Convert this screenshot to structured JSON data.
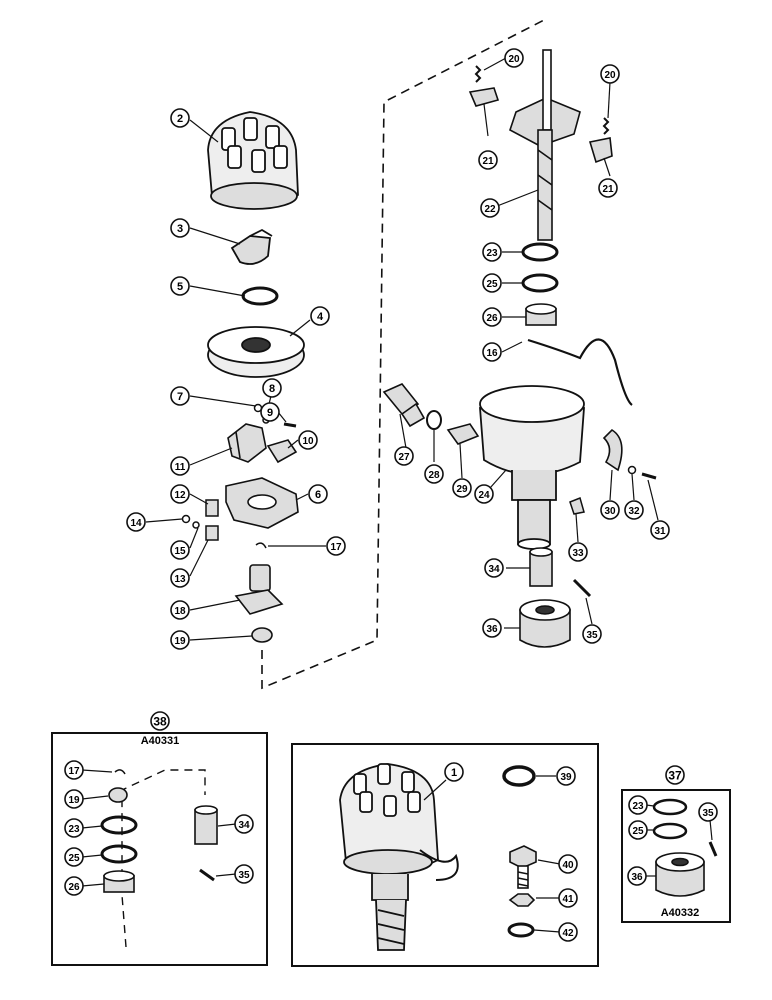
{
  "diagram": {
    "callouts": [
      {
        "id": "c2",
        "label": "2"
      },
      {
        "id": "c3",
        "label": "3"
      },
      {
        "id": "c5",
        "label": "5"
      },
      {
        "id": "c4",
        "label": "4"
      },
      {
        "id": "c7",
        "label": "7"
      },
      {
        "id": "c8",
        "label": "8"
      },
      {
        "id": "c9",
        "label": "9"
      },
      {
        "id": "c10",
        "label": "10"
      },
      {
        "id": "c11",
        "label": "11"
      },
      {
        "id": "c12",
        "label": "12"
      },
      {
        "id": "c6",
        "label": "6"
      },
      {
        "id": "c14",
        "label": "14"
      },
      {
        "id": "c15",
        "label": "15"
      },
      {
        "id": "c13",
        "label": "13"
      },
      {
        "id": "c17",
        "label": "17"
      },
      {
        "id": "c18",
        "label": "18"
      },
      {
        "id": "c19",
        "label": "19"
      },
      {
        "id": "c20a",
        "label": "20"
      },
      {
        "id": "c20b",
        "label": "20"
      },
      {
        "id": "c21a",
        "label": "21"
      },
      {
        "id": "c21b",
        "label": "21"
      },
      {
        "id": "c22",
        "label": "22"
      },
      {
        "id": "c23",
        "label": "23"
      },
      {
        "id": "c25",
        "label": "25"
      },
      {
        "id": "c26",
        "label": "26"
      },
      {
        "id": "c16",
        "label": "16"
      },
      {
        "id": "c27",
        "label": "27"
      },
      {
        "id": "c28",
        "label": "28"
      },
      {
        "id": "c29",
        "label": "29"
      },
      {
        "id": "c24",
        "label": "24"
      },
      {
        "id": "c30",
        "label": "30"
      },
      {
        "id": "c32",
        "label": "32"
      },
      {
        "id": "c31",
        "label": "31"
      },
      {
        "id": "c33",
        "label": "33"
      },
      {
        "id": "c34",
        "label": "34"
      },
      {
        "id": "c35",
        "label": "35"
      },
      {
        "id": "c36",
        "label": "36"
      }
    ],
    "kit_a": {
      "number": "38",
      "code": "A40331",
      "callouts": [
        {
          "id": "k17",
          "label": "17"
        },
        {
          "id": "k19",
          "label": "19"
        },
        {
          "id": "k23",
          "label": "23"
        },
        {
          "id": "k25",
          "label": "25"
        },
        {
          "id": "k26",
          "label": "26"
        },
        {
          "id": "k34",
          "label": "34"
        },
        {
          "id": "k35",
          "label": "35"
        }
      ]
    },
    "assembly": {
      "callouts": [
        {
          "id": "a1",
          "label": "1"
        },
        {
          "id": "a39",
          "label": "39"
        },
        {
          "id": "a40",
          "label": "40"
        },
        {
          "id": "a41",
          "label": "41"
        },
        {
          "id": "a42",
          "label": "42"
        }
      ]
    },
    "kit_b": {
      "number": "37",
      "code": "A40332",
      "callouts": [
        {
          "id": "b23",
          "label": "23"
        },
        {
          "id": "b25",
          "label": "25"
        },
        {
          "id": "b35",
          "label": "35"
        },
        {
          "id": "b36",
          "label": "36"
        }
      ]
    }
  }
}
